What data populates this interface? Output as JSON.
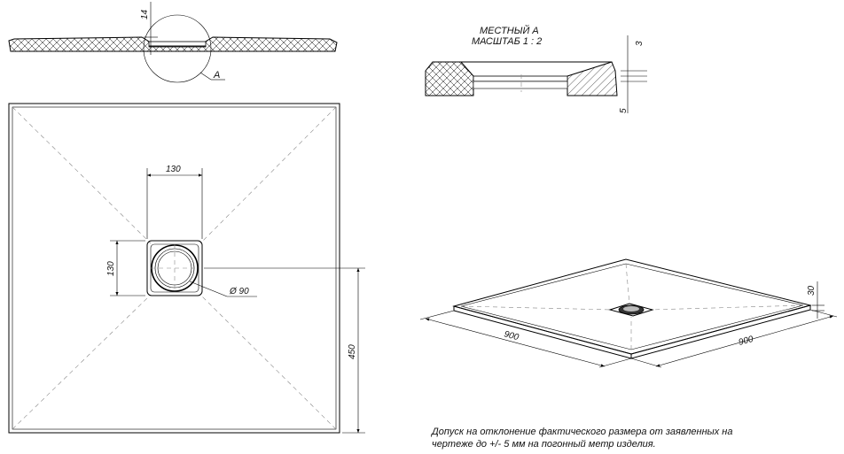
{
  "section_top": {
    "dim_thickness": "14",
    "callout_label": "A"
  },
  "detail": {
    "title_line1": "МЕСТНЫЙ А",
    "title_line2": "МАСШТАБ 1 : 2",
    "dim_top": "3",
    "dim_bottom": "5"
  },
  "plan": {
    "dim_drain_width": "130",
    "dim_drain_height": "130",
    "dim_drain_diameter": "Ø 90",
    "dim_half_height": "450"
  },
  "iso": {
    "dim_height": "30",
    "dim_length_left": "900",
    "dim_length_right": "900"
  },
  "note": {
    "line1": "Допуск на отклонение фактического размера от заявленных на",
    "line2": "чертеже до +/- 5 мм на погонный метр изделия."
  }
}
